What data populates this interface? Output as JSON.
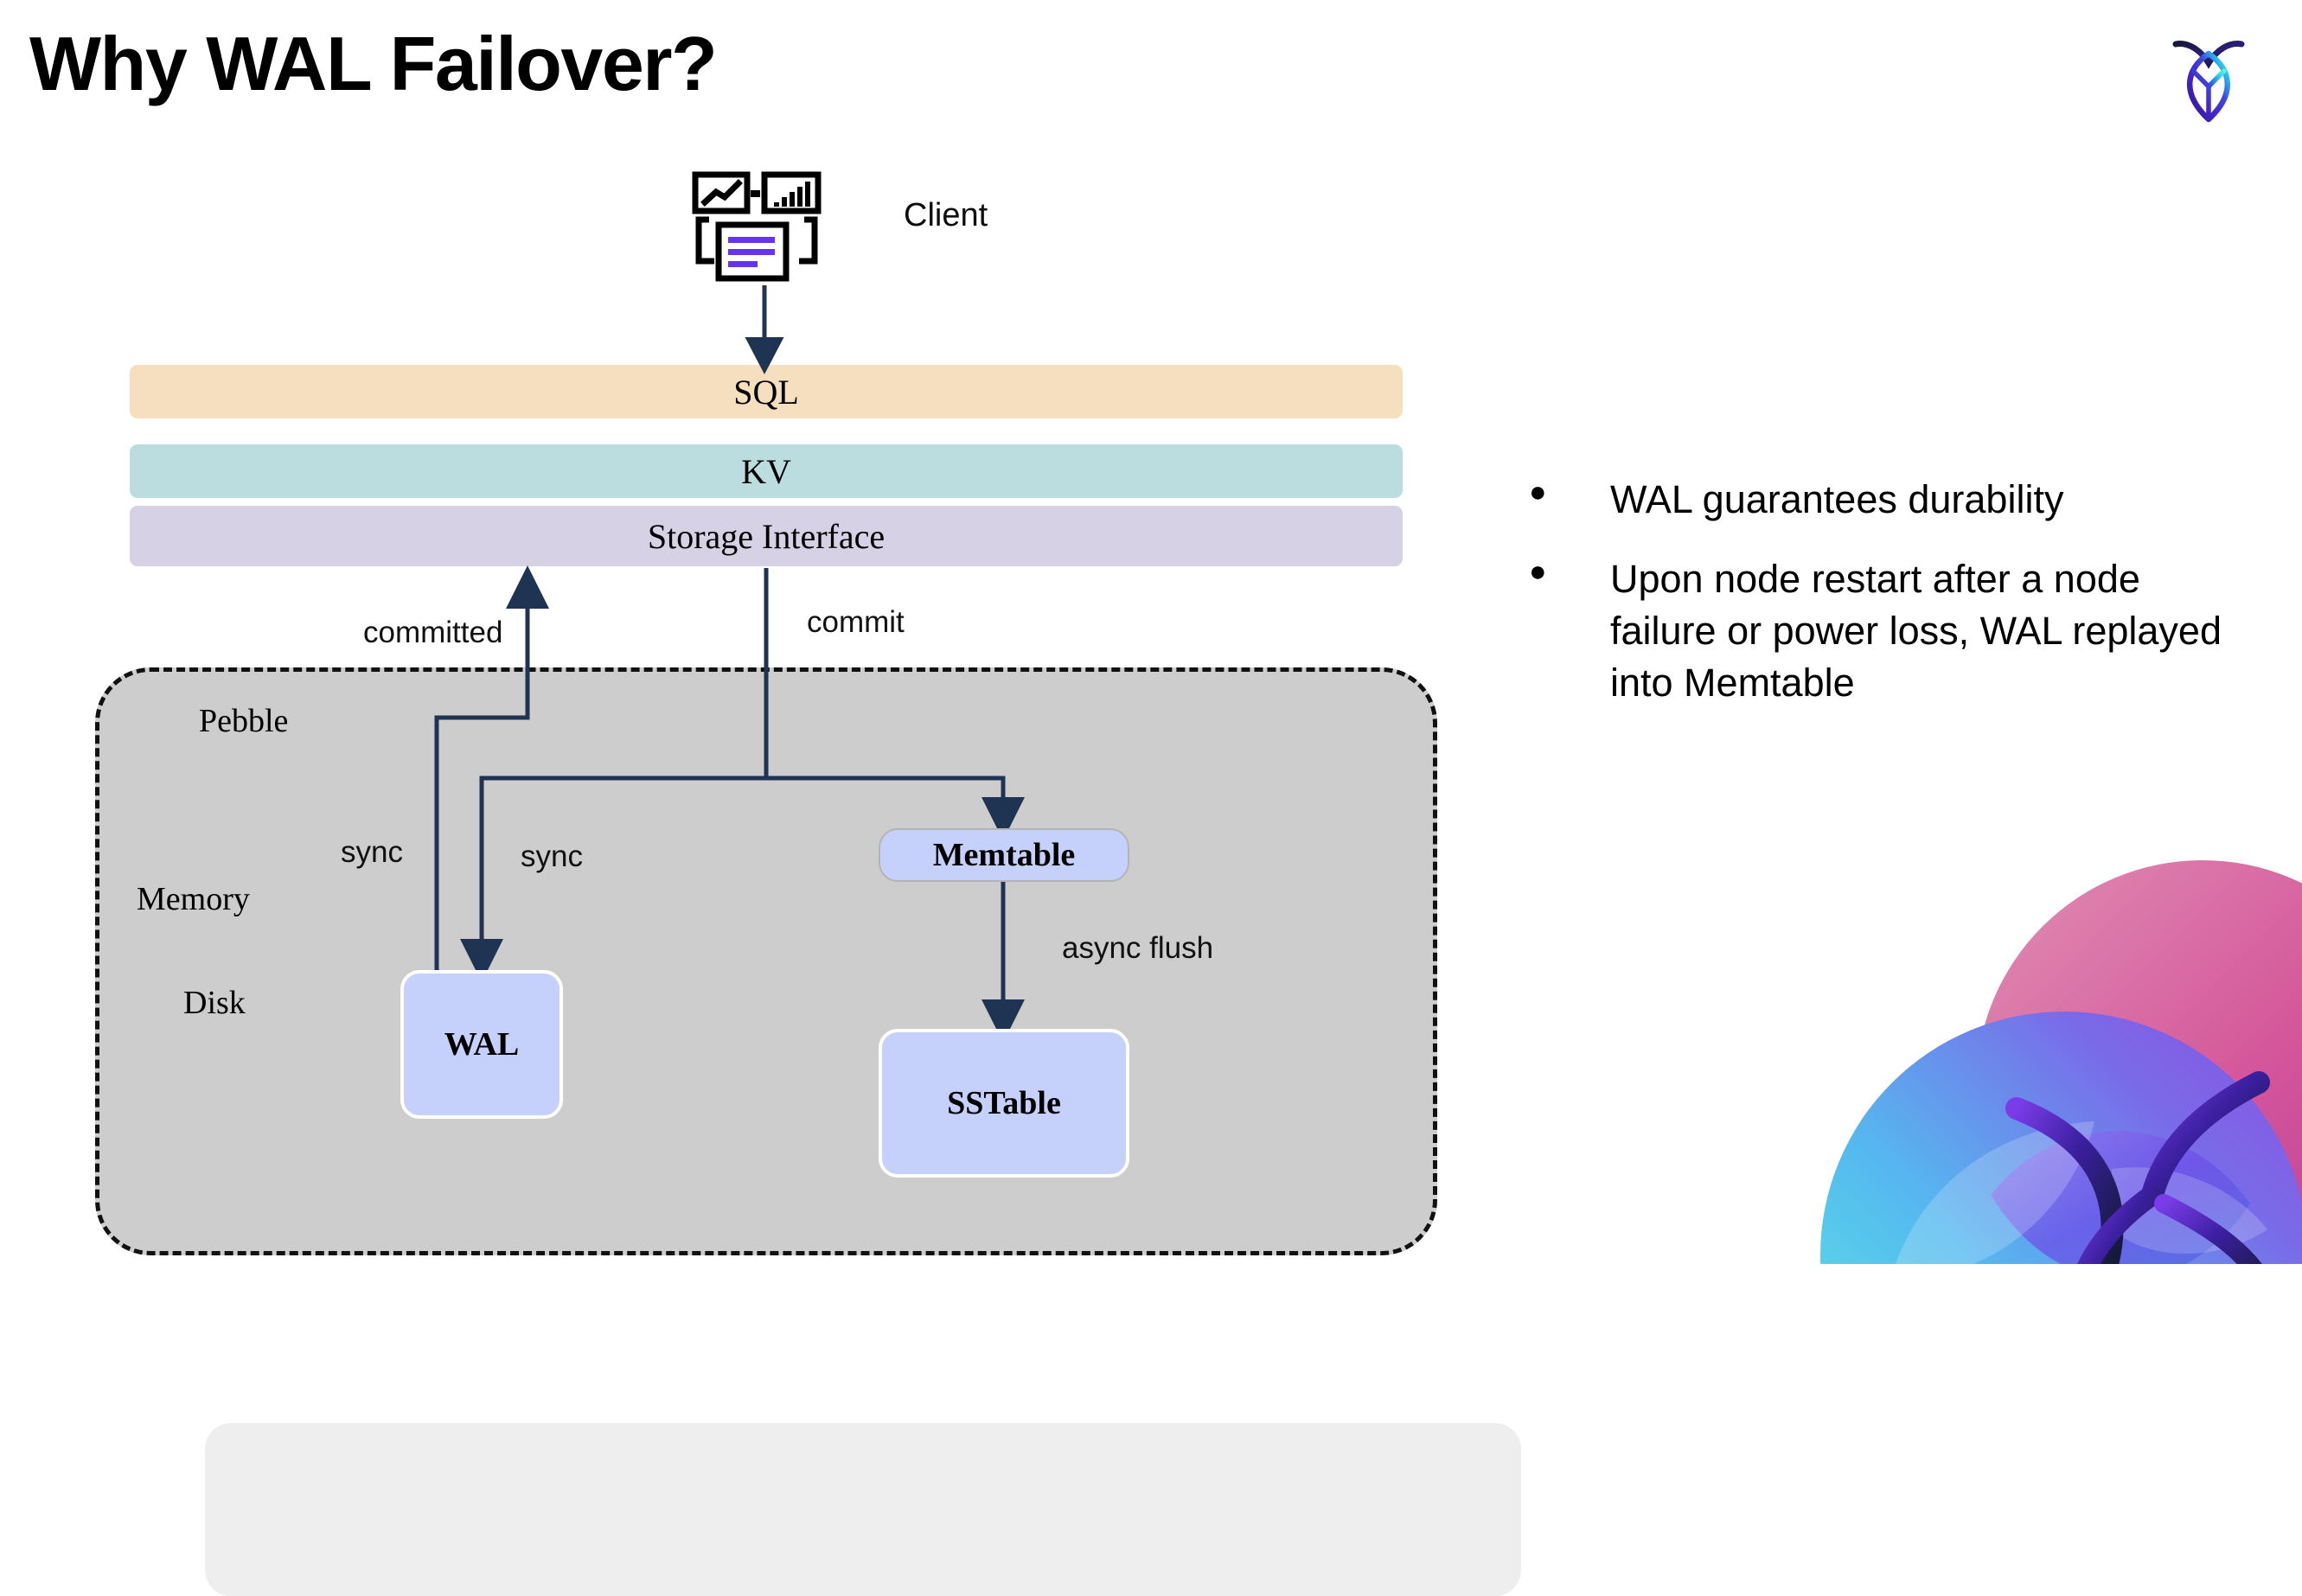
{
  "slide": {
    "title": "Why WAL Failover?"
  },
  "brand": {
    "logo_name": "cockroach-logo",
    "gradient": [
      "#0d1b3e",
      "#5b1fd4",
      "#3a2bd8",
      "#27d8e8"
    ]
  },
  "diagram": {
    "client": {
      "label": "Client",
      "icon_name": "client-dashboard-icon"
    },
    "layers": [
      {
        "id": "sql",
        "label": "SQL",
        "color": "#f5dfbe"
      },
      {
        "id": "kv",
        "label": "KV",
        "color": "#bcdde0"
      },
      {
        "id": "storage",
        "label": "Storage Interface",
        "color": "#d6d1e4"
      }
    ],
    "container": {
      "label": "Pebble",
      "color": "#cdcdcd",
      "border_color": "#111111"
    },
    "regions": [
      {
        "id": "memory",
        "label": "Memory",
        "color": "#eeeeee"
      },
      {
        "id": "disk",
        "label": "Disk",
        "color": "#cdcdcd"
      }
    ],
    "nodes": [
      {
        "id": "memtable",
        "label": "Memtable",
        "color": "#c5d0fb"
      },
      {
        "id": "wal",
        "label": "WAL",
        "color": "#c5d0fb"
      },
      {
        "id": "sstable",
        "label": "SSTable",
        "color": "#c5d0fb"
      }
    ],
    "edges": [
      {
        "id": "committed",
        "label": "committed"
      },
      {
        "id": "commit",
        "label": "commit"
      },
      {
        "id": "sync-a",
        "label": "sync"
      },
      {
        "id": "sync-b",
        "label": "sync"
      },
      {
        "id": "async-flush",
        "label": "async flush"
      }
    ],
    "arrow_color": "#1f3352"
  },
  "bullets": [
    {
      "marker": "●",
      "text": "WAL guarantees durability"
    },
    {
      "marker": "●",
      "text": "Upon node restart after a node failure or power loss, WAL replayed into Memtable"
    }
  ],
  "decoration": {
    "name": "corner-gradient-graphic",
    "colors": [
      "#d94f8f",
      "#c15bb0",
      "#7b3fe4",
      "#4ac6ef",
      "#5ef0e0"
    ]
  }
}
